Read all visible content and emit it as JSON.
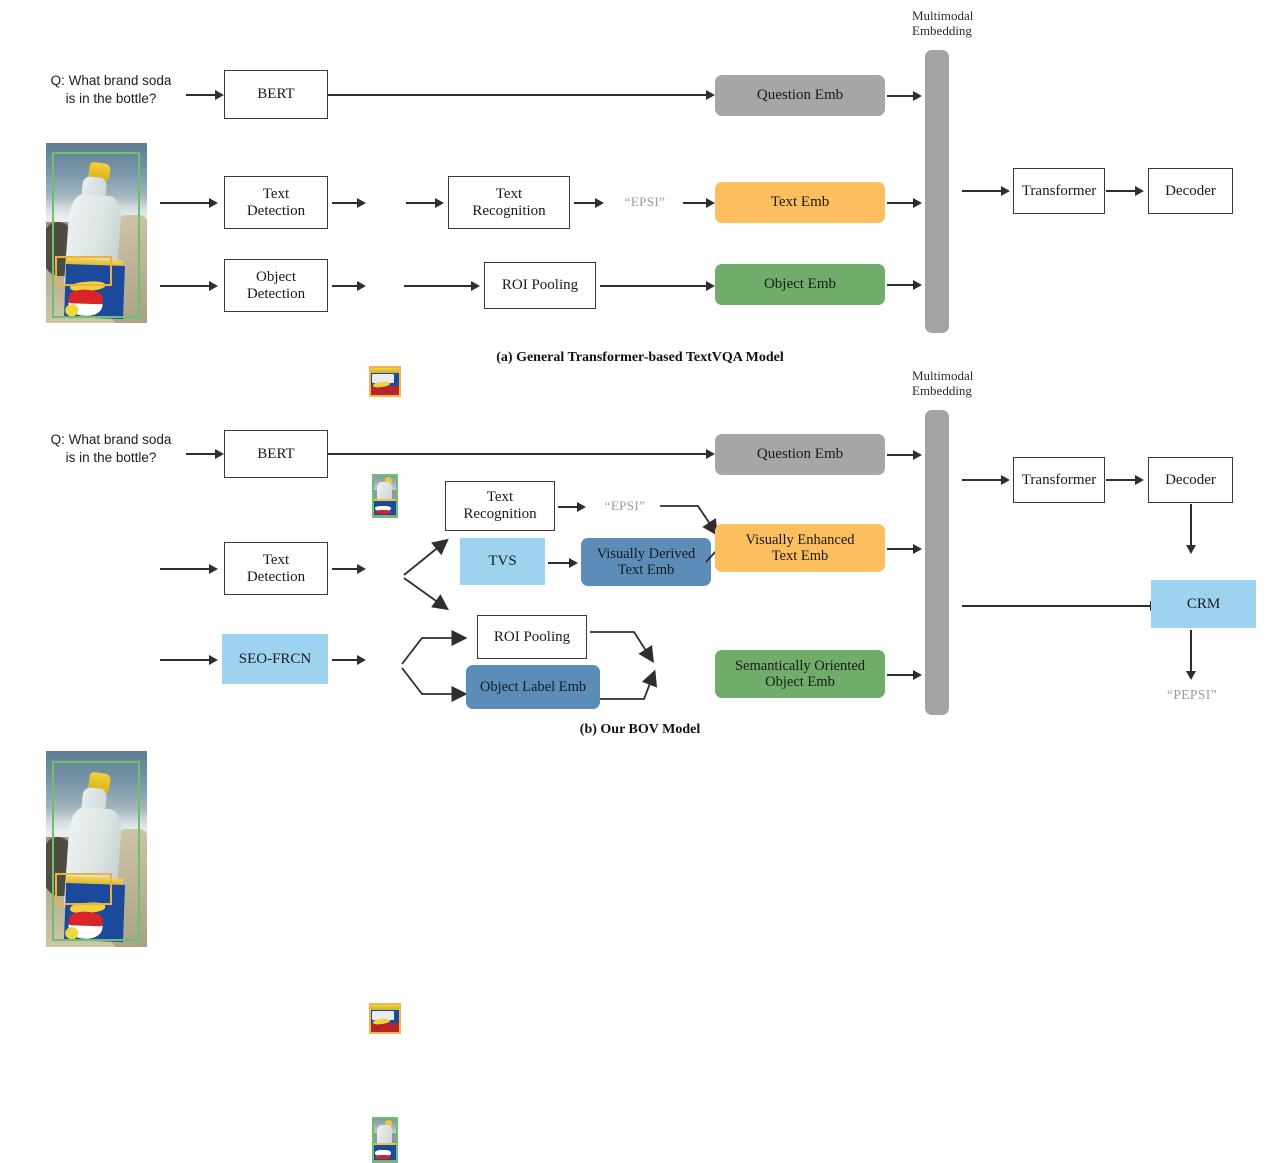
{
  "figure": {
    "panel_a_caption": "(a) General Transformer-based TextVQA Model",
    "panel_b_caption": "(b) Our BOV Model"
  },
  "panel_a": {
    "question_line1": "Q: What brand soda",
    "question_line2": "is in the bottle?",
    "bert": "BERT",
    "text_detection_line1": "Text",
    "text_detection_line2": "Detection",
    "text_recognition_line1": "Text",
    "text_recognition_line2": "Recognition",
    "object_detection_line1": "Object",
    "object_detection_line2": "Detection",
    "roi_pooling": "ROI Pooling",
    "recognized_text": "“EPSI”",
    "question_emb": "Question Emb",
    "text_emb": "Text Emb",
    "object_emb": "Object Emb",
    "multimodal_line1": "Multimodal",
    "multimodal_line2": "Embedding",
    "transformer": "Transformer",
    "decoder": "Decoder"
  },
  "panel_b": {
    "question_line1": "Q: What brand soda",
    "question_line2": "is in the bottle?",
    "bert": "BERT",
    "text_detection_line1": "Text",
    "text_detection_line2": "Detection",
    "text_recognition_line1": "Text",
    "text_recognition_line2": "Recognition",
    "tvs": "TVS",
    "seo_frcn": "SEO-FRCN",
    "roi_pooling": "ROI Pooling",
    "object_label_emb": "Object Label Emb",
    "visually_derived_line1": "Visually Derived",
    "visually_derived_line2": "Text Emb",
    "recognized_text": "“EPSI”",
    "question_emb": "Question Emb",
    "visually_enhanced_line1": "Visually Enhanced",
    "visually_enhanced_line2": "Text Emb",
    "semantically_oriented_line1": "Semantically Oriented",
    "semantically_oriented_line2": "Object Emb",
    "multimodal_line1": "Multimodal",
    "multimodal_line2": "Embedding",
    "transformer": "Transformer",
    "decoder": "Decoder",
    "crm": "CRM",
    "answer": "“PEPSI”"
  },
  "image": {
    "description": "photo-pepsi-bottle-on-beach",
    "object_box_color": "#6dc06d",
    "text_box_color": "#f0b03f",
    "crop_text_label": "pepsi-text-crop",
    "crop_object_label": "pepsi-bottle-crop"
  },
  "colors": {
    "question_emb": "#a6a6a6",
    "text_emb": "#fbbf5f",
    "object_emb": "#70ad6b",
    "multimodal_bar": "#a3a3a3",
    "module_blue": "#9dd3ee",
    "derived_emb_blue": "#5b8db8",
    "box_border": "#3a3a3a",
    "connector": "#2e2e2e",
    "quoted_text": "#9a9a9a"
  }
}
